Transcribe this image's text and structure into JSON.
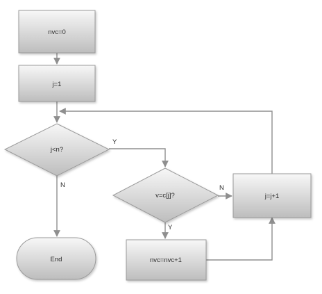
{
  "nodes": {
    "nvc_init": "nvc=0",
    "j_init": "j=1",
    "loop_test": "j<n?",
    "match_test": "v=c[j]?",
    "j_increment": "j=j+1",
    "nvc_increment": "nvc=nvc+1",
    "end": "End"
  },
  "edge_labels": {
    "loop_yes": "Y",
    "loop_no": "N",
    "match_yes": "Y",
    "match_no": "N"
  },
  "colors": {
    "shape_light": "#f7f7f7",
    "shape_dark": "#bdbdbd",
    "edge": "#8f8f8f"
  }
}
